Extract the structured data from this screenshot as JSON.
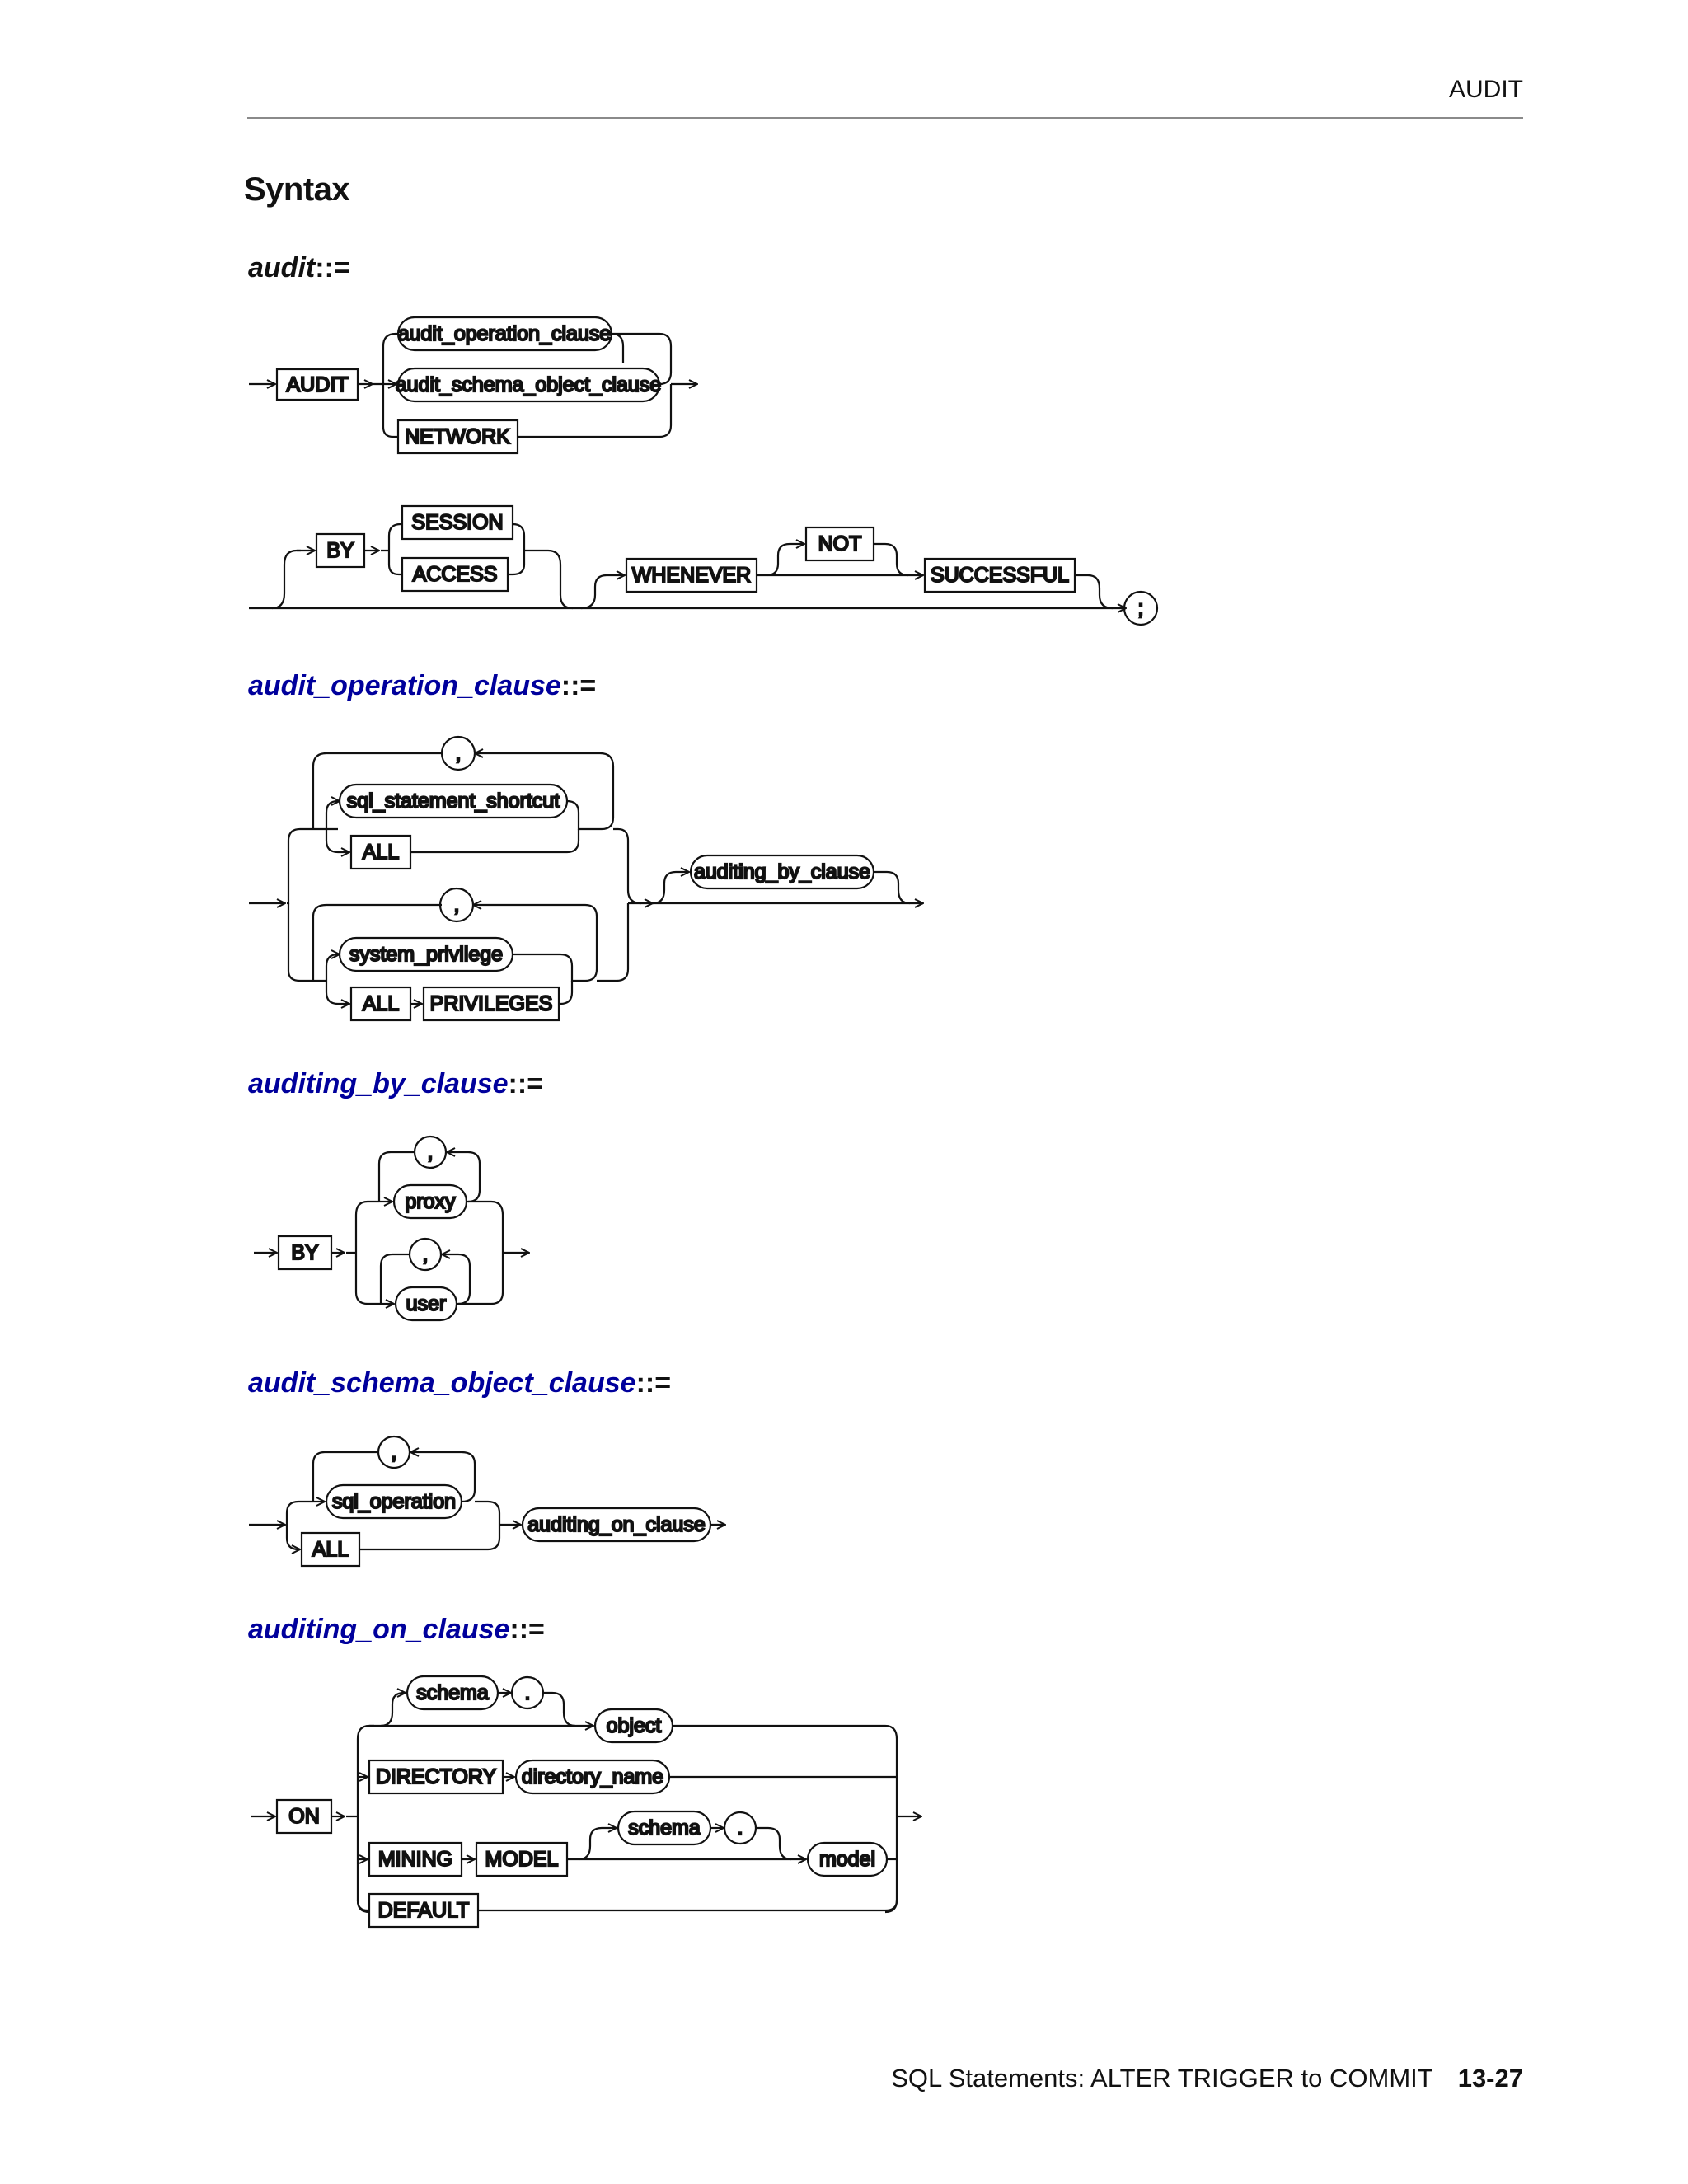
{
  "header": {
    "title": "AUDIT"
  },
  "section_heading": "Syntax",
  "footer": {
    "text": "SQL Statements: ALTER TRIGGER to COMMIT",
    "page_number": "13-27"
  },
  "colors": {
    "link_title": "#00009c",
    "text": "#111111",
    "rule": "#8a8a8a"
  },
  "rules": [
    {
      "name": "audit",
      "assign": "::=",
      "tokens": {
        "audit": "AUDIT",
        "audit_operation_clause": "audit_operation_clause",
        "audit_schema_object_clause": "audit_schema_object_clause",
        "network": "NETWORK",
        "by": "BY",
        "session": "SESSION",
        "access": "ACCESS",
        "whenever": "WHENEVER",
        "not": "NOT",
        "successful": "SUCCESSFUL",
        "semicolon": ";"
      }
    },
    {
      "name": "audit_operation_clause",
      "assign": "::=",
      "tokens": {
        "comma1": ",",
        "sql_statement_shortcut": "sql_statement_shortcut",
        "all1": "ALL",
        "comma2": ",",
        "system_privilege": "system_privilege",
        "all2": "ALL",
        "privileges": "PRIVILEGES",
        "auditing_by_clause": "auditing_by_clause"
      }
    },
    {
      "name": "auditing_by_clause",
      "assign": "::=",
      "tokens": {
        "by": "BY",
        "comma1": ",",
        "proxy": "proxy",
        "comma2": ",",
        "user": "user"
      }
    },
    {
      "name": "audit_schema_object_clause",
      "assign": "::=",
      "tokens": {
        "comma": ",",
        "sql_operation": "sql_operation",
        "all": "ALL",
        "auditing_on_clause": "auditing_on_clause"
      }
    },
    {
      "name": "auditing_on_clause",
      "assign": "::=",
      "tokens": {
        "on": "ON",
        "schema1": "schema",
        "dot1": ".",
        "object": "object",
        "directory": "DIRECTORY",
        "directory_name": "directory_name",
        "mining": "MINING",
        "model_kw": "MODEL",
        "schema2": "schema",
        "dot2": ".",
        "model": "model",
        "default": "DEFAULT"
      }
    }
  ]
}
